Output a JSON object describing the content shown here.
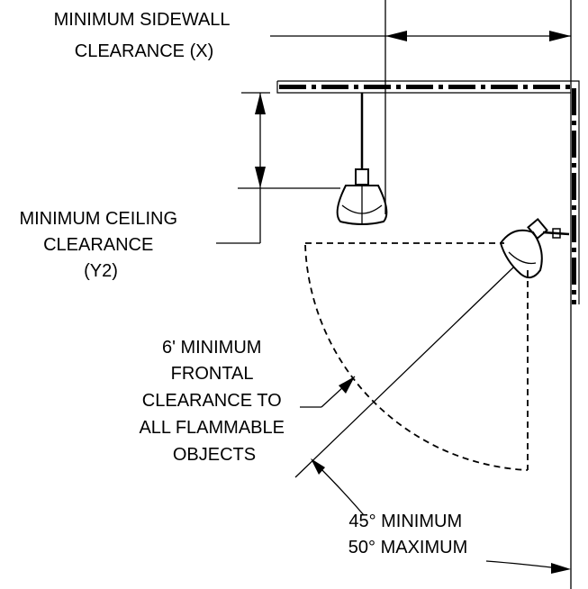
{
  "labels": {
    "sidewall_clearance": [
      "MINIMUM SIDEWALL",
      "CLEARANCE (X)"
    ],
    "ceiling_clearance": [
      "MINIMUM CEILING",
      "CLEARANCE",
      "(Y2)"
    ],
    "frontal_clearance": [
      "6' MINIMUM",
      "FRONTAL",
      "CLEARANCE TO",
      "ALL FLAMMABLE",
      "OBJECTS"
    ],
    "angle": [
      "45° MINIMUM",
      "50° MAXIMUM"
    ]
  }
}
